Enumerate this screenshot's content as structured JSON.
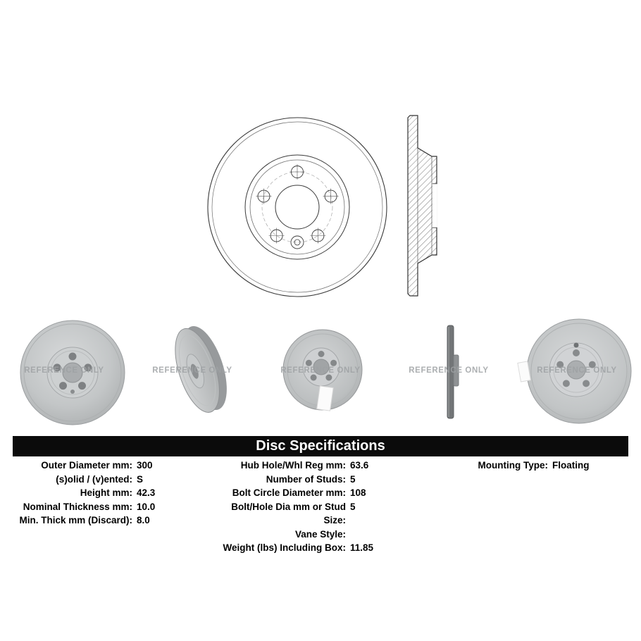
{
  "watermark_text": "REFERENCE ONLY",
  "spec_table": {
    "header": "Disc Specifications",
    "columns": {
      "left": [
        {
          "label": "Outer Diameter mm:",
          "value": "300"
        },
        {
          "label": "(s)olid / (v)ented:",
          "value": "S"
        },
        {
          "label": "Height mm:",
          "value": "42.3"
        },
        {
          "label": "Nominal Thickness mm:",
          "value": "10.0"
        },
        {
          "label": "Min. Thick mm (Discard):",
          "value": "8.0"
        }
      ],
      "middle": [
        {
          "label": "Hub Hole/Whl Reg mm:",
          "value": "63.6"
        },
        {
          "label": "Number of Studs:",
          "value": "5"
        },
        {
          "label": "Bolt Circle Diameter mm:",
          "value": "108"
        },
        {
          "label": "Bolt/Hole Dia mm or Stud Size:",
          "value": "5"
        },
        {
          "label": "Vane Style:",
          "value": ""
        },
        {
          "label": "Weight (lbs) Including Box:",
          "value": "11.85"
        }
      ],
      "right": [
        {
          "label": "Mounting Type:",
          "value": "Floating"
        }
      ]
    }
  }
}
